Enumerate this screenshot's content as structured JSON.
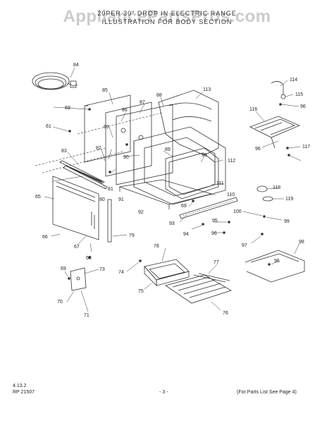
{
  "header": {
    "line1": "20PER 30\" DROP IN ELECTRIC RANGE",
    "line2": "ILLUSTRATION FOR BODY SECTION",
    "watermark": "AppliancePartsPros.com"
  },
  "footer": {
    "code1": "4.13.2",
    "code2": "RP 21507",
    "page": "- 3 -",
    "note": "(For Parts List See Page 4)"
  },
  "callouts": {
    "c61": "61",
    "c65": "65",
    "c66": "66",
    "c67": "67",
    "c68": "68",
    "c69a": "69",
    "c69b": "69",
    "c69c": "69",
    "c69d": "69",
    "c70": "70",
    "c71": "71",
    "c73": "73",
    "c74": "74",
    "c75": "75",
    "c76": "76",
    "c77": "77",
    "c78": "78",
    "c79": "79",
    "c80": "80",
    "c81": "81",
    "c82": "82",
    "c83": "83",
    "c84": "84",
    "c85": "85",
    "c86": "86",
    "c87": "87",
    "c88": "88",
    "c89": "89",
    "c90": "90",
    "c91": "91",
    "c92": "92",
    "c93": "93",
    "c94": "94",
    "c95": "95",
    "c96a": "96",
    "c96b": "96",
    "c96c": "96",
    "c96d": "96",
    "c96e": "96",
    "c97": "97",
    "c98": "98",
    "c99": "99",
    "c100": "100",
    "c110": "110",
    "c111": "111",
    "c112": "112",
    "c113": "113",
    "c114": "114",
    "c115": "115",
    "c116": "116",
    "c117": "117",
    "c118": "118",
    "c119": "119"
  }
}
